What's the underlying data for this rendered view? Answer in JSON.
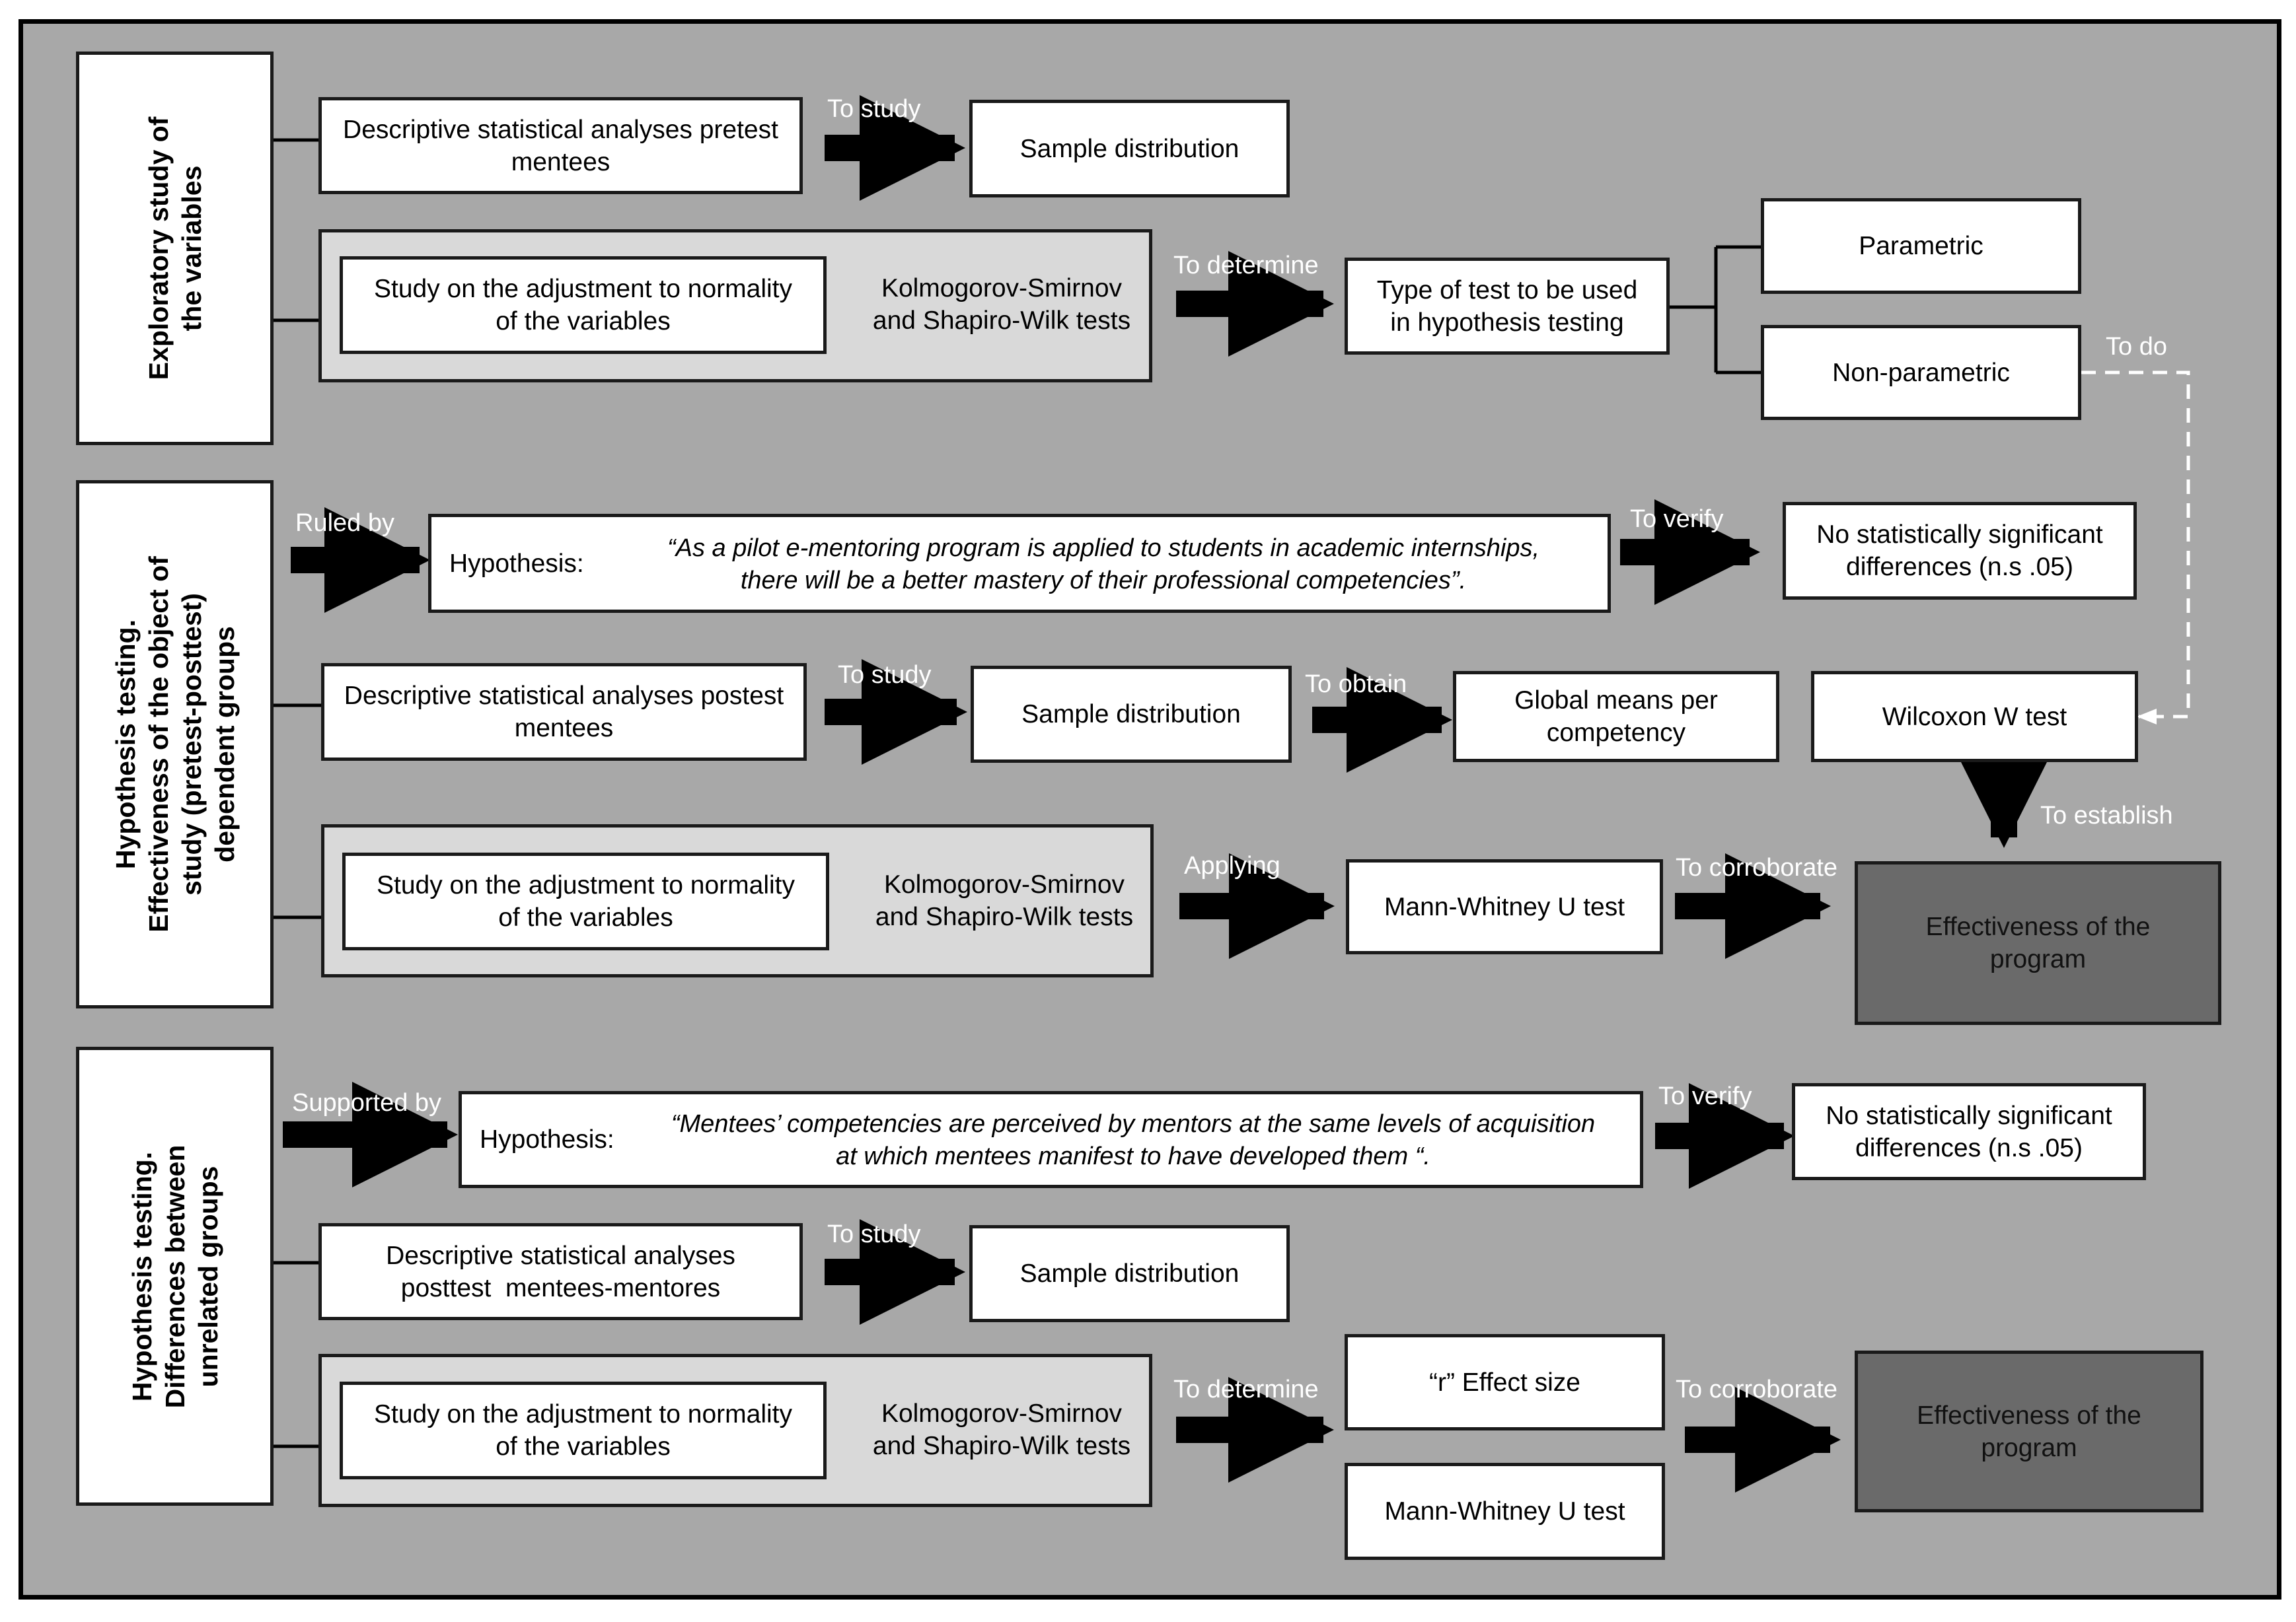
{
  "sections": [
    {
      "title": "Exploratory study of\nthe variables",
      "rows": [
        {
          "box": "Descriptive statistical analyses pretest\nmentees",
          "arrow_label": "To study",
          "target": "Sample distribution"
        },
        {
          "inner": "Study on the adjustment to normality\nof the variables",
          "tests": "Kolmogorov-Smirnov\nand Shapiro-Wilk tests",
          "arrow_label": "To determine",
          "target": "Type of test to be used\nin hypothesis testing"
        }
      ],
      "branches": [
        "Parametric",
        "Non-parametric"
      ],
      "branch_label": "To do"
    },
    {
      "title": "Hypothesis testing.\nEffectiveness of the object of\nstudy (pretest-posttest)\ndependent groups",
      "hypothesis": {
        "lead_label": "Ruled by",
        "prefix": "Hypothesis:",
        "text": "“As a pilot e-mentoring program is applied to students in academic internships,\nthere will be a better mastery of their professional competencies”.",
        "verify_label": "To verify",
        "result": "No statistically significant\ndifferences (n.s .05)"
      },
      "rows": [
        {
          "box": "Descriptive statistical analyses postest\nmentees",
          "arrow_label": "To study",
          "target": "Sample distribution",
          "arrow_label2": "To obtain",
          "target2": "Global means per\ncompetency"
        },
        {
          "inner": "Study on the adjustment to normality\nof the variables",
          "tests": "Kolmogorov-Smirnov\nand Shapiro-Wilk tests",
          "arrow_label": "Applying",
          "target": "Mann-Whitney U test",
          "arrow_label2": "To corroborate"
        }
      ],
      "wilcoxon": "Wilcoxon W test",
      "establish_label": "To establish",
      "outcome": "Effectiveness of the\nprogram"
    },
    {
      "title": "Hypothesis testing.\nDifferences between\nunrelated groups",
      "hypothesis": {
        "lead_label": "Supported by",
        "prefix": "Hypothesis:",
        "text": "“Mentees’ competencies are perceived by mentors at the same levels of acquisition\nat which mentees manifest to have developed them “.",
        "verify_label": "To verify",
        "result": "No statistically significant\ndifferences (n.s .05)"
      },
      "rows": [
        {
          "box": "Descriptive statistical analyses\nposttest  mentees-mentores",
          "arrow_label": "To study",
          "target": "Sample distribution"
        },
        {
          "inner": "Study on the adjustment to normality\nof the variables",
          "tests": "Kolmogorov-Smirnov\nand Shapiro-Wilk tests",
          "arrow_label": "To determine",
          "targets": [
            "“r” Effect size",
            "Mann-Whitney U test"
          ],
          "arrow_label2": "To corroborate"
        }
      ],
      "outcome": "Effectiveness of the\nprogram"
    }
  ],
  "colors": {
    "background": "#a8a8a8",
    "box": "#ffffff",
    "grey_box": "#d9d9d9",
    "outcome_box": "#6a6a6a",
    "arrow": "#000000",
    "label_text": "#ffffff"
  }
}
